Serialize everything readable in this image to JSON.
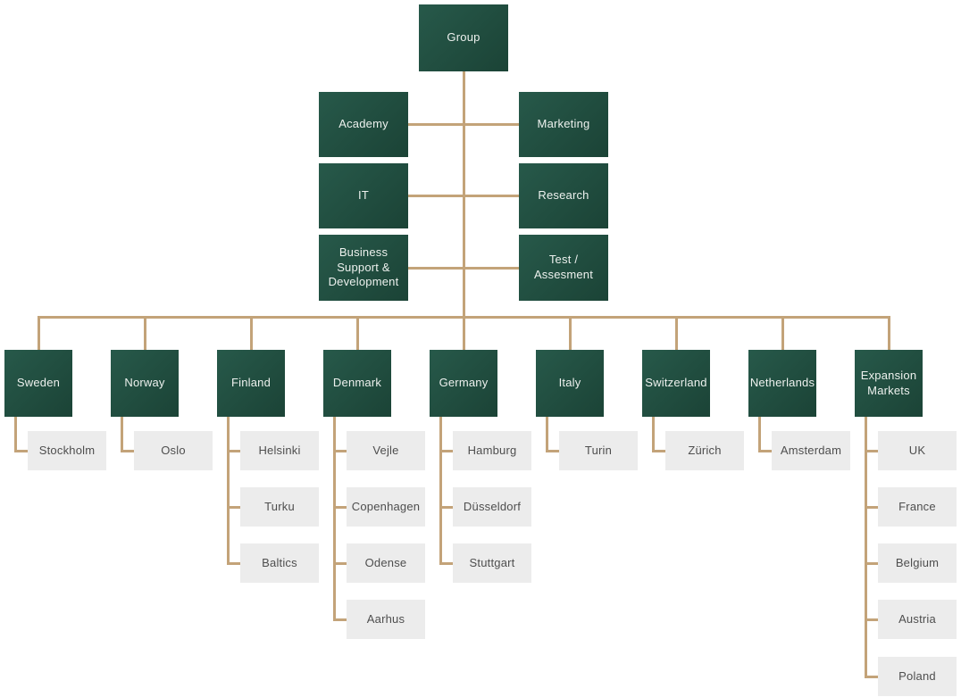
{
  "org": {
    "group_label": "Group",
    "departments": {
      "left": [
        "Academy",
        "IT",
        "Business Support & Development"
      ],
      "right": [
        "Marketing",
        "Research",
        "Test / Assesment"
      ]
    },
    "countries": [
      {
        "label": "Sweden",
        "cities": [
          "Stockholm"
        ]
      },
      {
        "label": "Norway",
        "cities": [
          "Oslo"
        ]
      },
      {
        "label": "Finland",
        "cities": [
          "Helsinki",
          "Turku",
          "Baltics"
        ]
      },
      {
        "label": "Denmark",
        "cities": [
          "Vejle",
          "Copenhagen",
          "Odense",
          "Aarhus"
        ]
      },
      {
        "label": "Germany",
        "cities": [
          "Hamburg",
          "Düsseldorf",
          "Stuttgart"
        ]
      },
      {
        "label": "Italy",
        "cities": [
          "Turin"
        ]
      },
      {
        "label": "Switzerland",
        "cities": [
          "Zürich"
        ]
      },
      {
        "label": "Netherlands",
        "cities": [
          "Amsterdam"
        ]
      },
      {
        "label": "Expansion Markets",
        "cities": [
          "UK",
          "France",
          "Belgium",
          "Austria",
          "Poland"
        ]
      }
    ],
    "colors": {
      "node_green": "#1d4839",
      "connector_tan": "#c3a379",
      "node_gray": "#ececec",
      "background": "#ffffff"
    }
  }
}
